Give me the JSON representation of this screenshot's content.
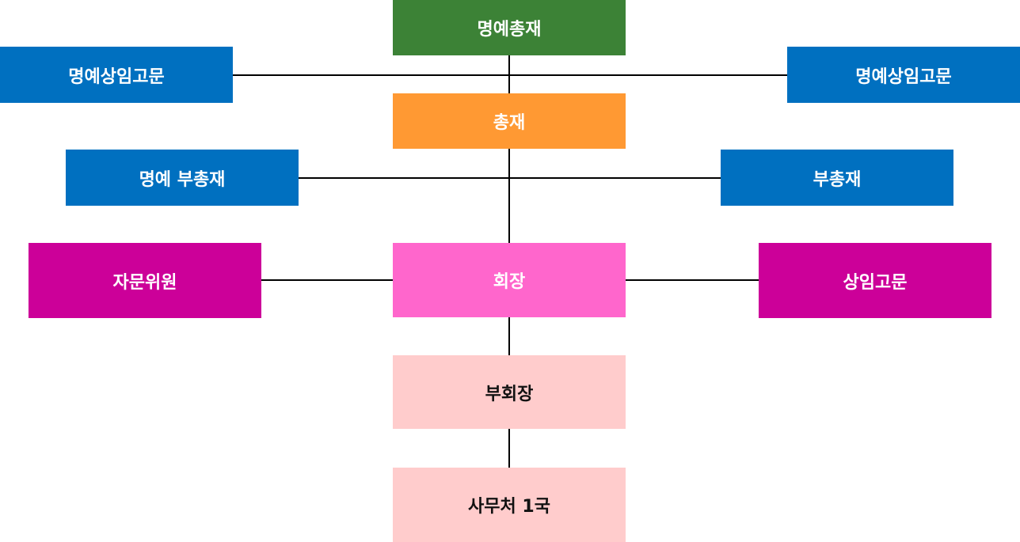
{
  "colors": {
    "green": "#3c8236",
    "blue": "#0070c0",
    "orange": "#ff9933",
    "magenta": "#cc0099",
    "pink": "#ff66cc",
    "light_pink": "#ffcccc",
    "line": "#000000"
  },
  "nodes": {
    "honorary_president": "명예총재",
    "honorary_advisor_left": "명예상임고문",
    "honorary_advisor_right": "명예상임고문",
    "president": "총재",
    "honorary_vice_president": "명예 부총재",
    "vice_president": "부총재",
    "advisory_committee": "자문위원",
    "chairman": "회장",
    "standing_advisor": "상임고문",
    "vice_chairman": "부회장",
    "secretariat": "사무처 1국"
  }
}
